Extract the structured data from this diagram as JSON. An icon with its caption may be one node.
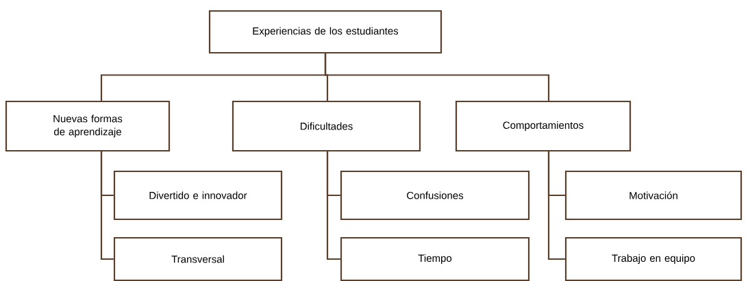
{
  "diagram": {
    "nodes": [
      {
        "text": [
          "Experiencias de los estudiantes"
        ]
      },
      {
        "text": [
          "Nuevas formas de aprendizaje"
        ]
      },
      {
        "text": [
          "Divertido e innovador"
        ]
      },
      {
        "text": [
          "Transversal"
        ]
      },
      {
        "text": [
          "Dificultades"
        ]
      },
      {
        "text": [
          "Confusiones"
        ]
      },
      {
        "text": [
          "Tiempo"
        ]
      },
      {
        "text": [
          "Comportamientos"
        ]
      },
      {
        "text": [
          "Motivación"
        ]
      },
      {
        "text": [
          "Trabajo en equipo"
        ]
      }
    ],
    "edges": [
      {
        "from": 0,
        "to": 1,
        "arrow": "none"
      },
      {
        "from": 0,
        "to": 4,
        "arrow": "none"
      },
      {
        "from": 0,
        "to": 7,
        "arrow": "none"
      },
      {
        "from": 1,
        "to": 2,
        "arrow": "none"
      },
      {
        "from": 1,
        "to": 3,
        "arrow": "none"
      },
      {
        "from": 4,
        "to": 5,
        "arrow": "none"
      },
      {
        "from": 4,
        "to": 6,
        "arrow": "none"
      },
      {
        "from": 7,
        "to": 8,
        "arrow": "none"
      },
      {
        "from": 7,
        "to": 9,
        "arrow": "none"
      }
    ]
  }
}
